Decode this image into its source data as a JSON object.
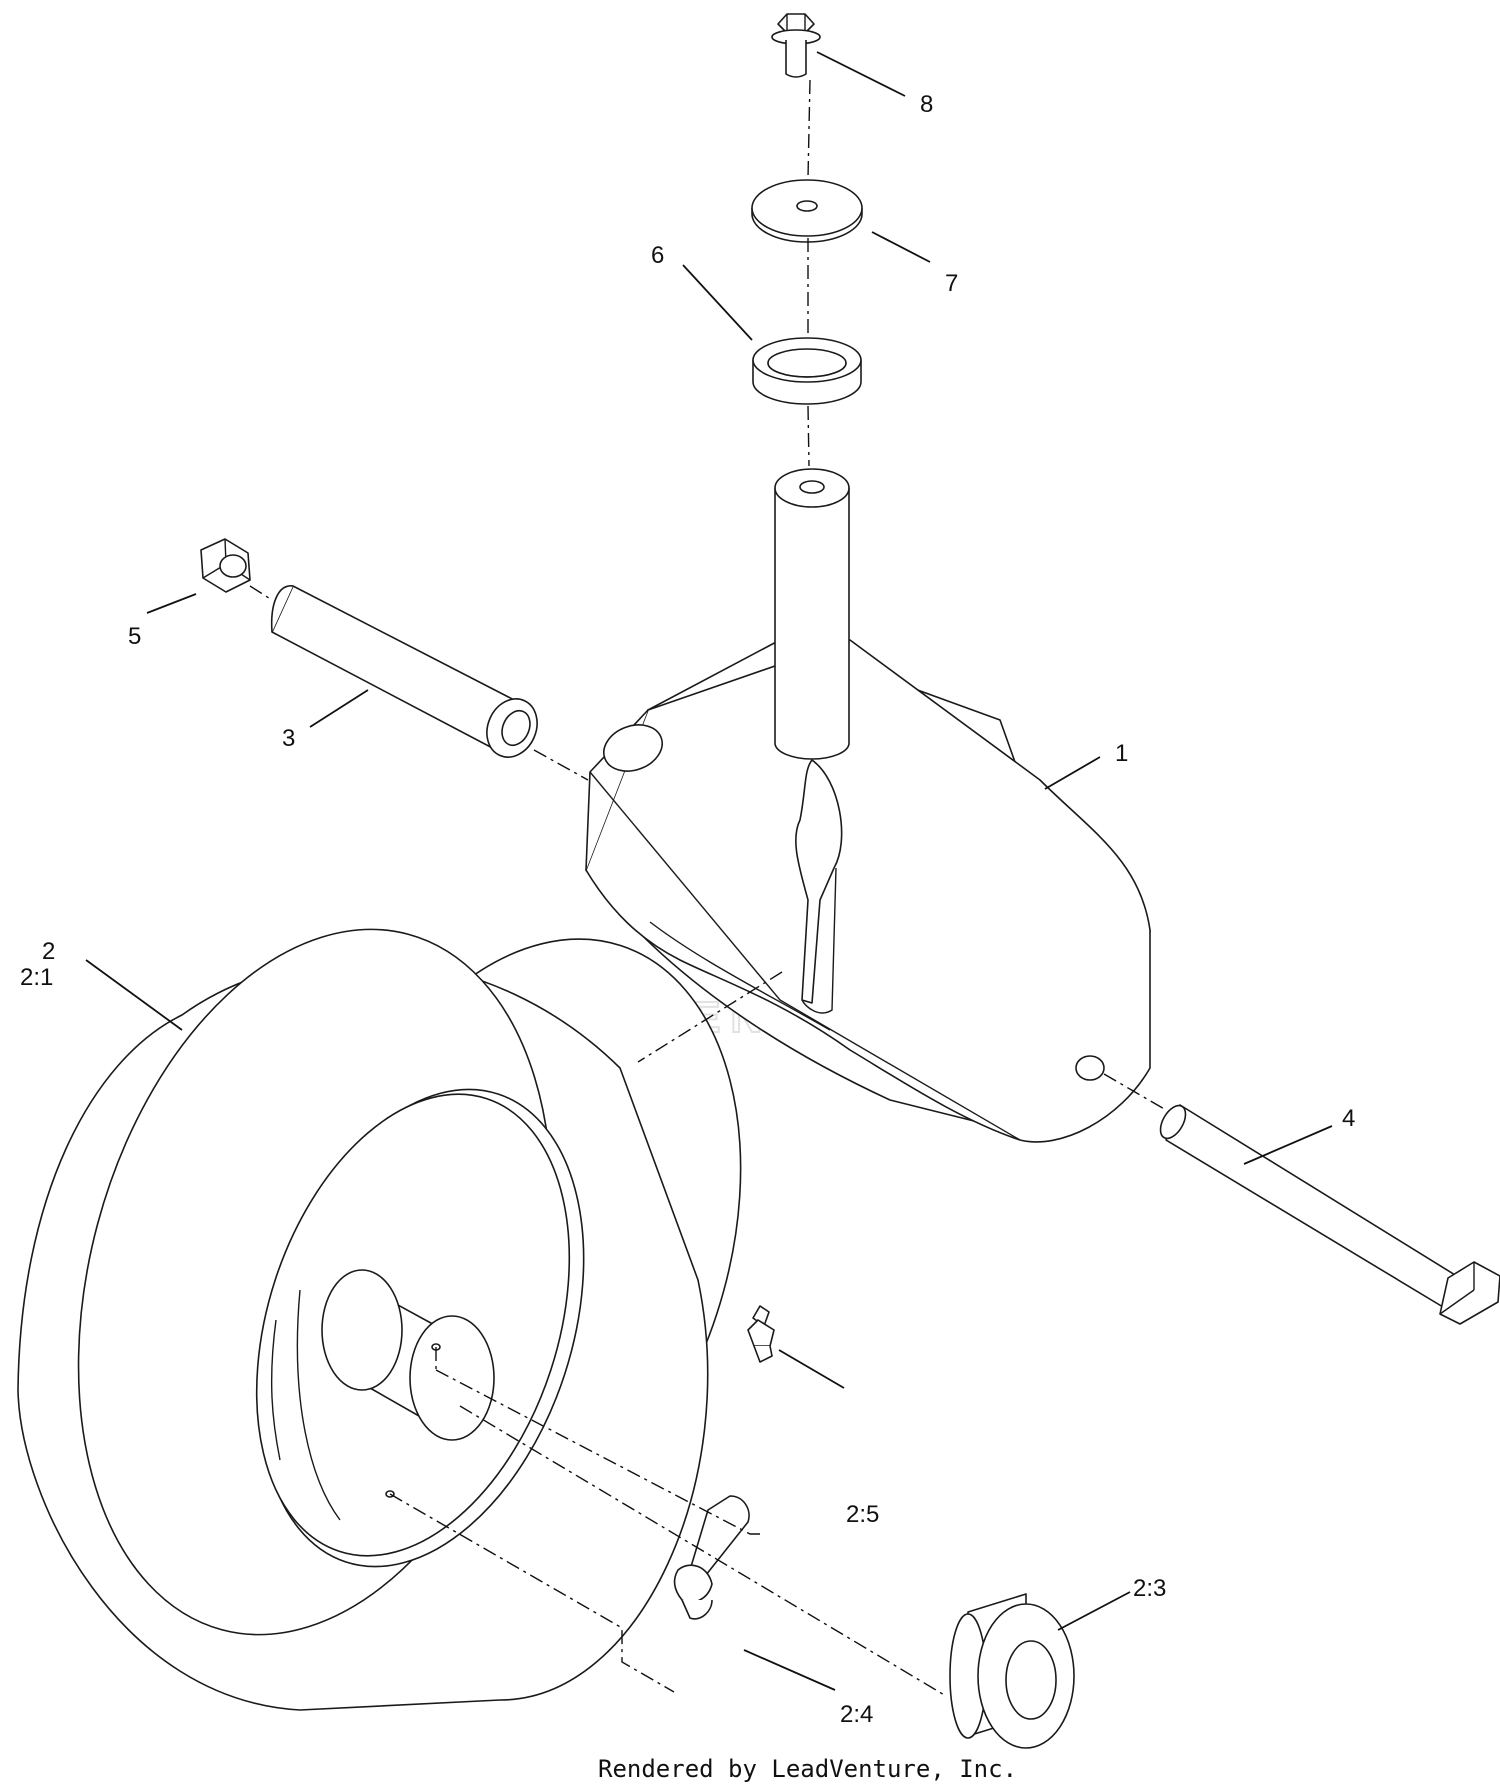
{
  "callouts": {
    "c1": "1",
    "c2": "2",
    "c2_1": "2:1",
    "c2_3": "2:3",
    "c2_4": "2:4",
    "c2_5": "2:5",
    "c3": "3",
    "c4": "4",
    "c5": "5",
    "c6": "6",
    "c7": "7",
    "c8": "8"
  },
  "watermark": {
    "text": "LEADVENTURE"
  },
  "footer": {
    "credit": "Rendered by LeadVenture, Inc."
  },
  "colors": {
    "line": "#1a1a1a",
    "background": "#ffffff",
    "watermark": "#e2e2e2"
  }
}
